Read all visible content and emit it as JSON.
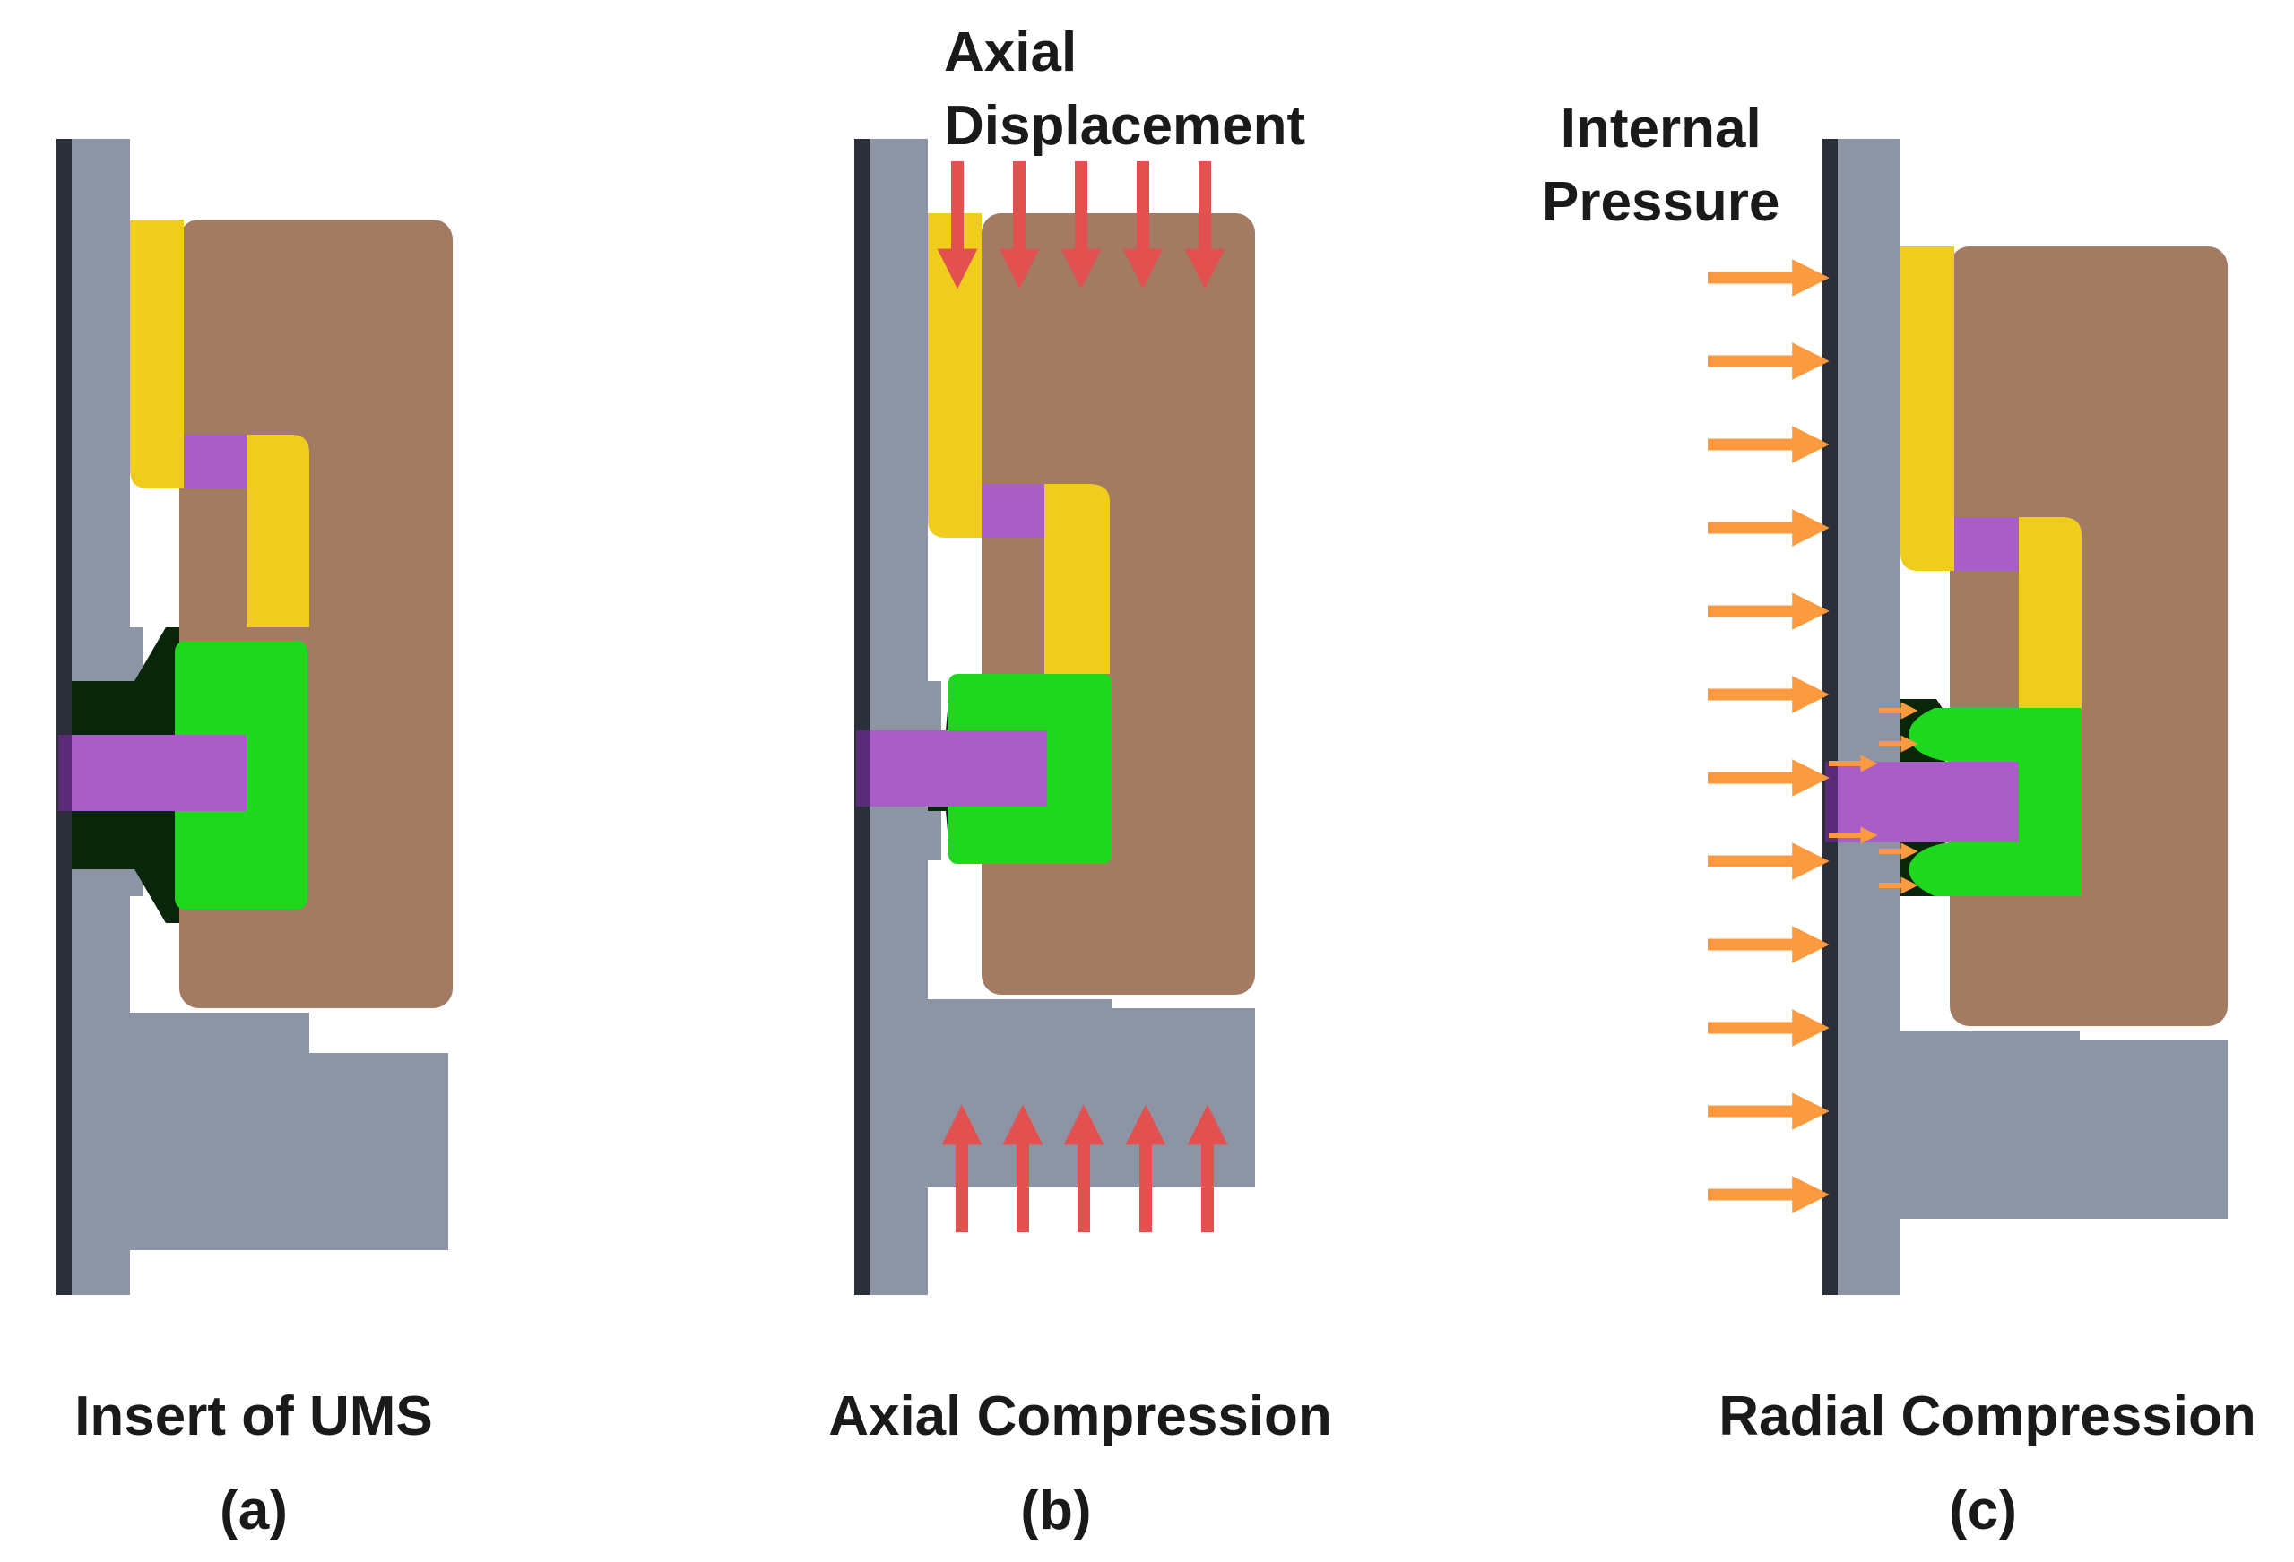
{
  "colors": {
    "steel": "#8d95a4",
    "steel_edge": "#2b2f3a",
    "brown": "#a37a62",
    "yellow": "#f0cd1c",
    "purple": "#a85ec6",
    "purple_dark": "#5b2a78",
    "green": "#1ed81e",
    "cavity": "#0a260a",
    "red_arrow": "#e25050",
    "orange_arrow": "#fb9a3f"
  },
  "panels": [
    {
      "caption": "Insert of UMS",
      "sublabel": "(a)"
    },
    {
      "caption": "Axial Compression",
      "sublabel": "(b)",
      "annotation_line1": "Axial",
      "annotation_line2": "Displacement"
    },
    {
      "caption": "Radial Compression",
      "sublabel": "(c)",
      "annotation_line1": "Internal",
      "annotation_line2": "Pressure"
    }
  ],
  "icons": [
    "downward-arrow-icon",
    "upward-arrow-icon",
    "right-arrow-icon"
  ]
}
